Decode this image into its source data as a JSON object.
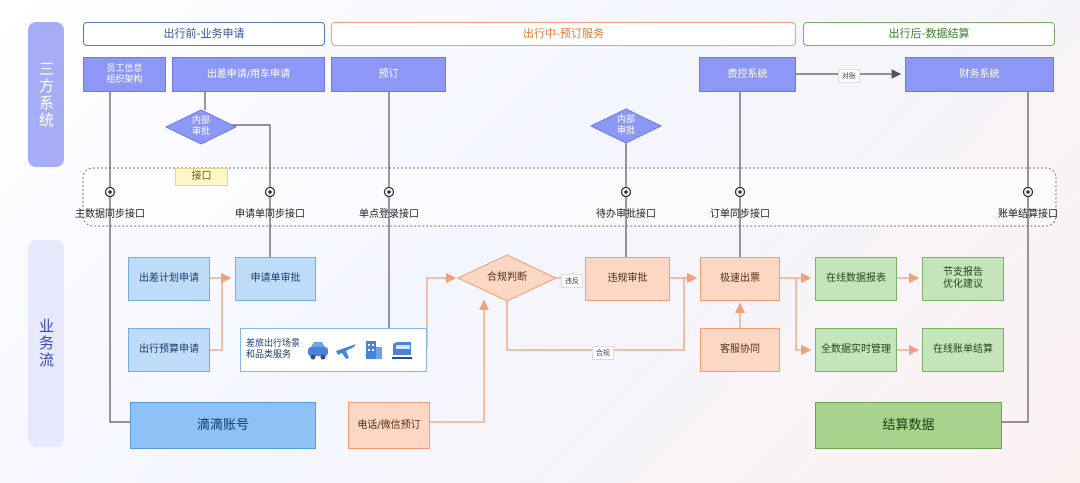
{
  "phases": {
    "pre": "出行前-业务申请",
    "mid": "出行中-预订服务",
    "post": "出行后-数据结算"
  },
  "lanes": {
    "third_party": "三方系统",
    "business": "业务流"
  },
  "systems": {
    "employee_info": "员工信息\n组织架构",
    "trip_apply": "出差申请/用车申请",
    "booking": "预订",
    "expense_control": "费控系统",
    "finance": "财务系统"
  },
  "decisions": {
    "internal_approval_1": "内部\n审批",
    "internal_approval_2": "内部\n审批",
    "compliance_check": "合规判断"
  },
  "interface": {
    "tag": "接口",
    "points": [
      "主数据同步接口",
      "申请单同步接口",
      "单点登录接口",
      "待办审批接口",
      "订单同步接口",
      "账单结算接口"
    ]
  },
  "flow": {
    "trip_plan": "出差计划申请",
    "trip_budget": "出行预算申请",
    "apply_approval": "申请单审批",
    "scenario_service": "差旅出行场景\n和品类服务",
    "violation_approval": "违规审批",
    "fast_ticket": "极速出票",
    "customer_service": "客服协同",
    "online_report": "在线数据报表",
    "savings_report": "节支报告\n优化建议",
    "realtime_mgmt": "全数据实时管理",
    "online_bill": "在线账单结算",
    "phone_booking": "电话/微信预订",
    "didi_account": "滴滴账号",
    "settlement_data": "结算数据"
  },
  "edge_labels": {
    "reconcile": "对账",
    "violation": "违反",
    "compliant": "合规"
  },
  "icons": [
    "car-icon",
    "plane-icon",
    "hotel-icon",
    "train-icon"
  ],
  "colors": {
    "phase_pre": "#3451a0",
    "phase_mid": "#e37b3a",
    "phase_post": "#3e7d2d",
    "system_box": "#8d97f5",
    "connector_gray": "#555555",
    "connector_orange": "#f0a07a"
  }
}
